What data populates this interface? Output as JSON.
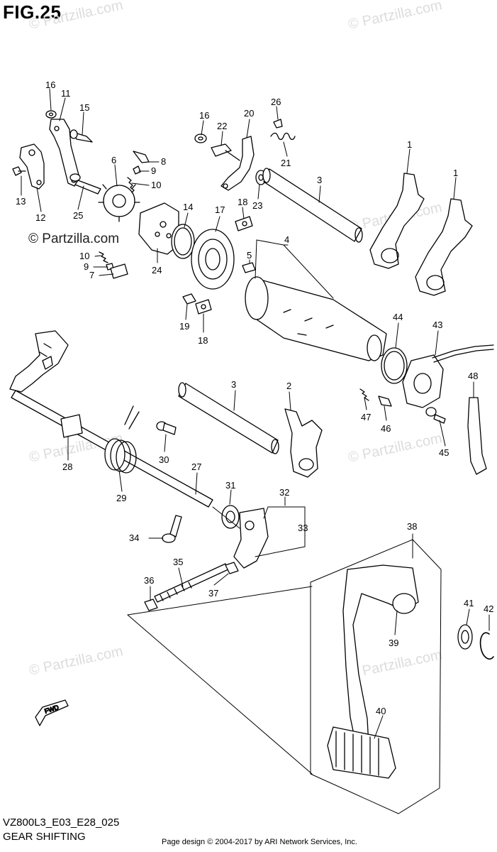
{
  "header": {
    "figure": "FIG.25"
  },
  "footer": {
    "model_code": "VZ800L3_E03_E28_025",
    "section": "GEAR SHIFTING",
    "copyright": "Page design © 2004-2017 by ARI Network Services, Inc."
  },
  "watermark": {
    "text": "© Partzilla.com",
    "dark_text": "© Partzilla.com"
  },
  "fwd_label": "FWD",
  "callouts": {
    "c1a": "1",
    "c1b": "1",
    "c2": "2",
    "c3a": "3",
    "c3b": "3",
    "c4": "4",
    "c5": "5",
    "c6": "6",
    "c7": "7",
    "c8": "8",
    "c9a": "9",
    "c9b": "9",
    "c10a": "10",
    "c10b": "10",
    "c11": "11",
    "c12": "12",
    "c13": "13",
    "c14": "14",
    "c15": "15",
    "c16a": "16",
    "c16b": "16",
    "c17": "17",
    "c18a": "18",
    "c18b": "18",
    "c19": "19",
    "c20": "20",
    "c21": "21",
    "c22": "22",
    "c23": "23",
    "c24": "24",
    "c25": "25",
    "c26": "26",
    "c27": "27",
    "c28": "28",
    "c29": "29",
    "c30": "30",
    "c31": "31",
    "c32": "32",
    "c33": "33",
    "c34": "34",
    "c35": "35",
    "c36": "36",
    "c37": "37",
    "c38": "38",
    "c39": "39",
    "c40": "40",
    "c41": "41",
    "c42": "42",
    "c43": "43",
    "c44": "44",
    "c45": "45",
    "c46": "46",
    "c47": "47",
    "c48": "48"
  }
}
